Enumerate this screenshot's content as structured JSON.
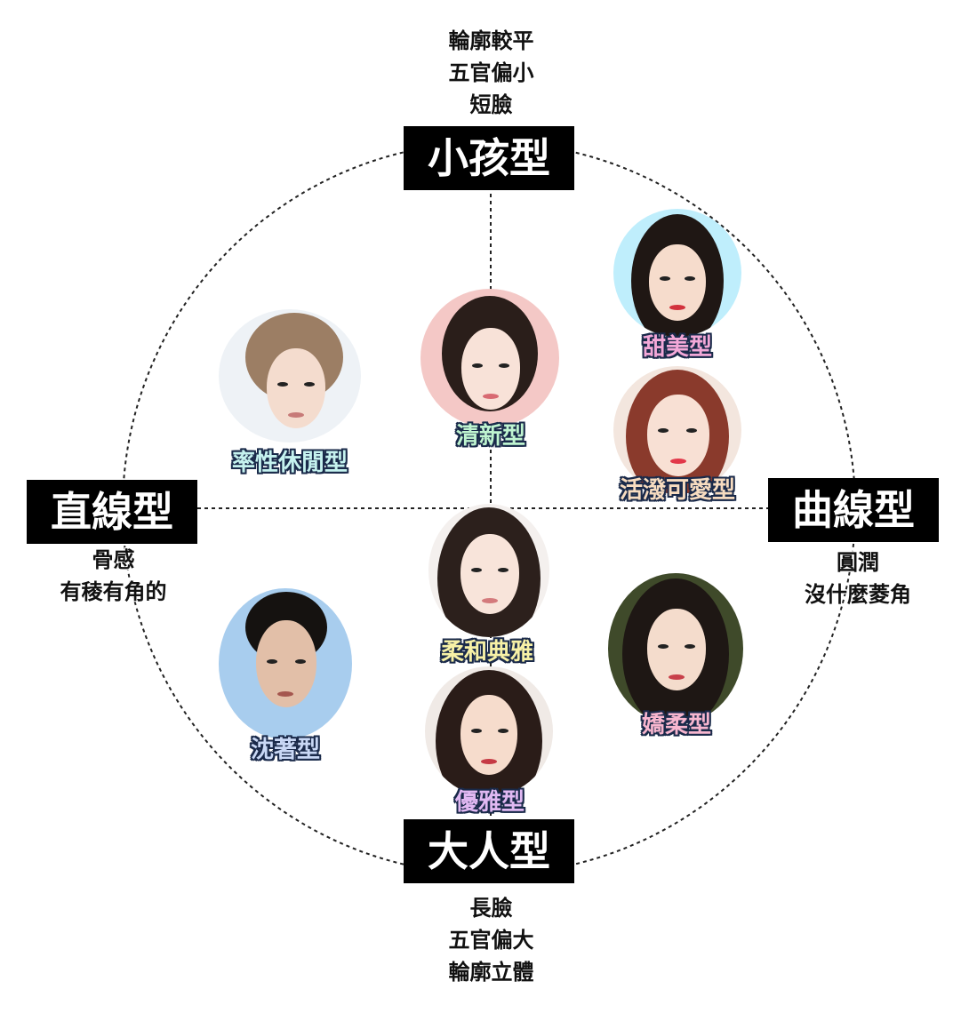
{
  "axes": {
    "top": {
      "title": "小孩型",
      "desc": [
        "輪廓較平",
        "五官偏小",
        "短臉"
      ]
    },
    "bottom": {
      "title": "大人型",
      "desc": [
        "長臉",
        "五官偏大",
        "輪廓立體"
      ]
    },
    "left": {
      "title": "直線型",
      "desc": [
        "骨感",
        "有稜有角的"
      ]
    },
    "right": {
      "title": "曲線型",
      "desc": [
        "圓潤",
        "沒什麼菱角"
      ]
    }
  },
  "types": [
    {
      "name": "甜美型",
      "color": "#f3a8d8"
    },
    {
      "name": "活潑可愛型",
      "color": "#f7dcc0"
    },
    {
      "name": "清新型",
      "color": "#bff4d0"
    },
    {
      "name": "率性休閒型",
      "color": "#c5f2ef"
    },
    {
      "name": "柔和典雅",
      "color": "#f7f1a6"
    },
    {
      "name": "嬌柔型",
      "color": "#f7b6cf"
    },
    {
      "name": "沈著型",
      "color": "#c9d8f5"
    },
    {
      "name": "優雅型",
      "color": "#e0b8f2"
    }
  ]
}
